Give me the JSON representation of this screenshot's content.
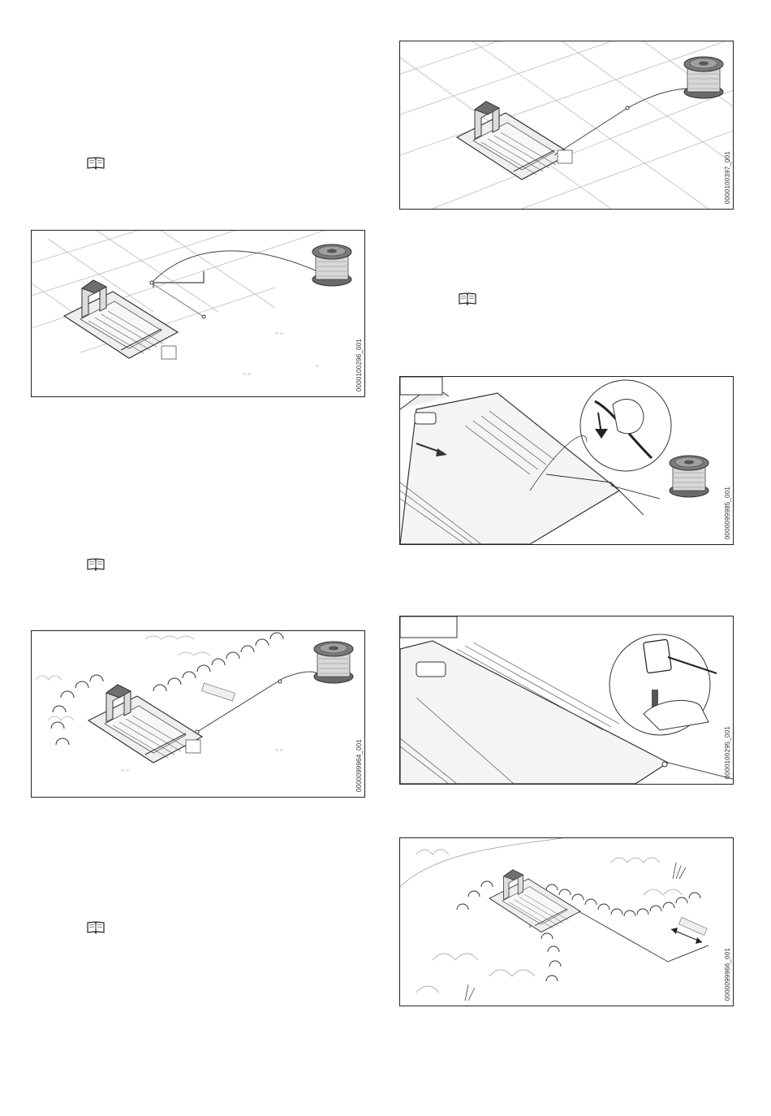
{
  "icons": {
    "reference": "open-book-icon"
  },
  "figures": {
    "fig1": {
      "id": "0000100296_001"
    },
    "fig2": {
      "id": "0000099964_001"
    },
    "fig3": {
      "id": "0000100397_001"
    },
    "fig4": {
      "id": "0000099985_001"
    },
    "fig5": {
      "id": "0000100295_001"
    },
    "fig6": {
      "id": "0000099966_001"
    }
  },
  "colors": {
    "line": "#3a3a3a",
    "fill_gray": "#8a8a8a",
    "dark_gray": "#5a5a5a",
    "light_gray": "#e6e6e6"
  }
}
